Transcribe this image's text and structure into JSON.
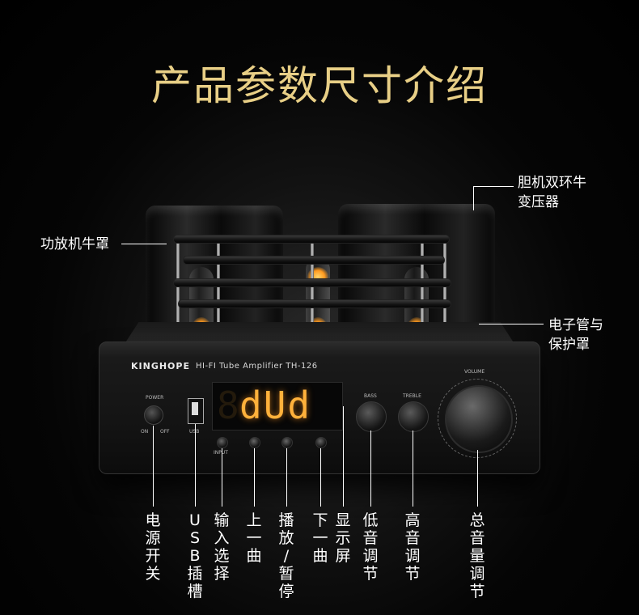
{
  "title": "产品参数尺寸介绍",
  "callouts": {
    "shield": "功放机牛罩",
    "transformer_line1": "胆机双环牛",
    "transformer_line2": "变压器",
    "tube_line1": "电子管与",
    "tube_line2": "保护罩"
  },
  "panel": {
    "brand": "KINGHOPE",
    "model": "HI-FI Tube Amplifier TH-126",
    "power_label": "POWER",
    "on_label": "ON",
    "off_label": "OFF",
    "usb_label": "USB",
    "input_label": "INPUT",
    "bass_label": "BASS",
    "treble_label": "TREBLE",
    "volume_label": "VOLUME",
    "display_text": "dUd",
    "display_ghost": "8"
  },
  "bottom_labels": [
    "电源开关",
    "USB插槽",
    "输入选择",
    "上一曲",
    "播放/暂停",
    "下一曲",
    "显示屏",
    "低音调节",
    "高音调节",
    "总音量调节"
  ],
  "colors": {
    "title": "#e8cf86",
    "display": "#ffb13b",
    "tube_glow": "#ff9a1f"
  }
}
